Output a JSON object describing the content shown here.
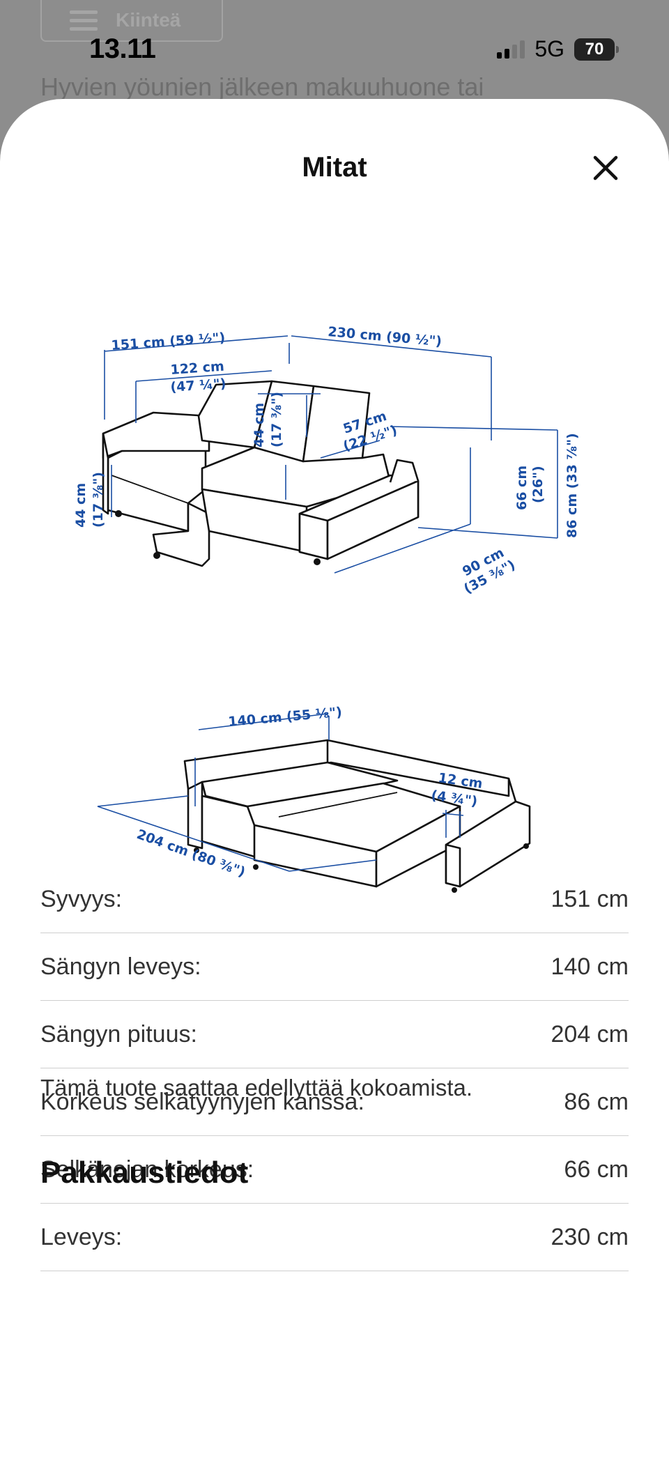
{
  "background": {
    "filter_label": "Kiinteä",
    "text_snippet": "Hyvien yöunien jälkeen makuuhuone tai"
  },
  "status_bar": {
    "time": "13.11",
    "network": "5G",
    "battery": "70"
  },
  "sheet": {
    "title": "Mitat",
    "close_icon": "close-icon"
  },
  "diagram": {
    "labels": {
      "depth": "151 cm (59 ½\")",
      "width": "230 cm (90 ½\")",
      "chaise_depth_cm": "122 cm",
      "chaise_depth_in": "(47 ¼\")",
      "back_inner_cm": "44 cm",
      "back_inner_in": "(17 ⅜\")",
      "seat_depth_cm": "57 cm",
      "seat_depth_in": "(22 ½\")",
      "seat_height_cm": "44 cm",
      "seat_height_in": "(17 ⅜\")",
      "back_height_cm": "66 cm",
      "back_height_in": "(26\")",
      "total_height": "86 cm (33 ⅞\")",
      "module_depth_cm": "90 cm",
      "module_depth_in": "(35 ⅜\")",
      "bed_width": "140 cm (55 ⅛\")",
      "gap_cm": "12 cm",
      "gap_in": "(4 ¾\")",
      "bed_length": "204 cm (80 ⅜\")"
    }
  },
  "specs": [
    {
      "label": "Syvyys:",
      "value": "151 cm"
    },
    {
      "label": "Sängyn leveys:",
      "value": "140 cm"
    },
    {
      "label": "Sängyn pituus:",
      "value": "204 cm"
    },
    {
      "label": "Korkeus selkätyynyjen kanssa:",
      "value": "86 cm"
    },
    {
      "label": "Selkänojan korkeus:",
      "value": "66 cm"
    },
    {
      "label": "Leveys:",
      "value": "230 cm"
    }
  ],
  "note": "Tämä tuote saattaa edellyttää kokoamista.",
  "next_section_title": "Pakkaustiedot",
  "colors": {
    "dimension": "#1a4ea3",
    "backdrop": "#8e8e8e"
  }
}
